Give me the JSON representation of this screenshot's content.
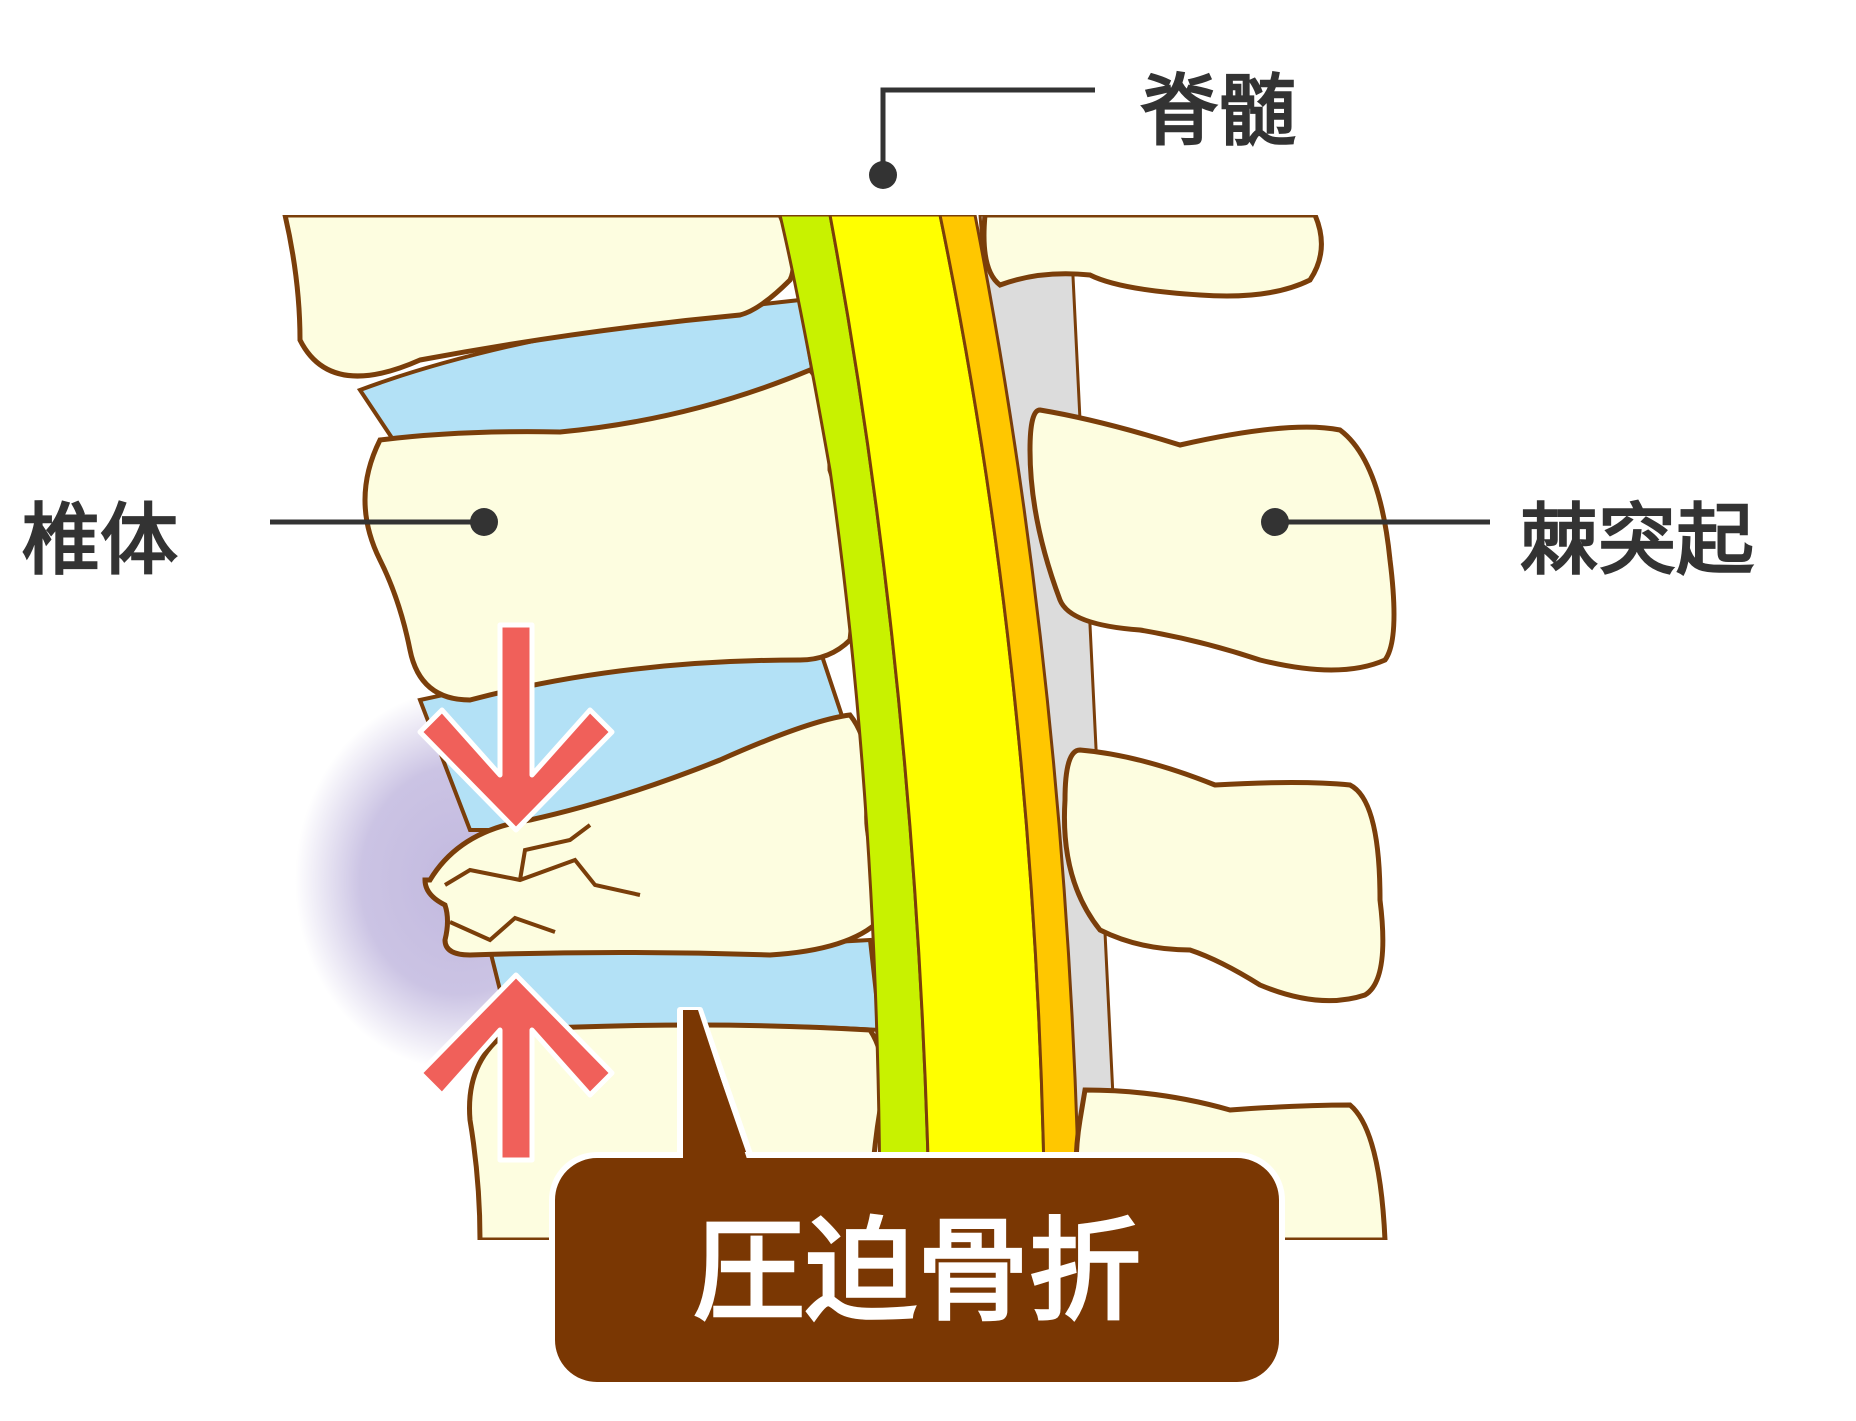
{
  "labels": {
    "spinal_cord": "脊髄",
    "vertebral_body": "椎体",
    "spinous_process": "棘突起",
    "compression_fracture": "圧迫骨折"
  },
  "colors": {
    "bone_fill": "#fdfde0",
    "bone_outline": "#7a3e0a",
    "disc": "#b3e1f6",
    "spinal_cord_yellow": "#ffff00",
    "spinal_cord_green": "#c8f200",
    "spinal_cord_orange": "#ffc700",
    "ligament_gray": "#dcdcdc",
    "arrow_red": "#f0605a",
    "bruise_purple": "#c2b9df",
    "callout_brown": "#7a3703",
    "label_text": "#333333"
  }
}
